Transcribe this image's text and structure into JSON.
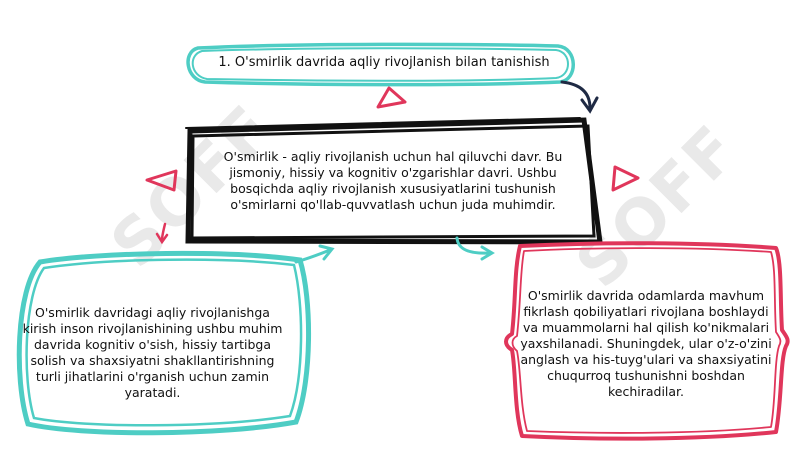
{
  "title": {
    "text": "1. O'smirlik davrida aqliy rivojlanish bilan tanishish"
  },
  "center": {
    "text": "O'smirlik - aqliy rivojlanish uchun hal qiluvchi davr. Bu jismoniy, hissiy va kognitiv o'zgarishlar davri. Ushbu bosqichda aqliy rivojlanish xususiyatlarini tushunish o'smirlarni qo'llab-quvvatlash uchun juda muhimdir."
  },
  "left": {
    "text": "O'smirlik davridagi aqliy rivojlanishga kirish inson rivojlanishining ushbu muhim davrida kognitiv o'sish, hissiy tartibga solish va shaxsiyatni shakllantirishning turli jihatlarini o'rganish uchun zamin yaratadi."
  },
  "right": {
    "text": "O'smirlik davrida odamlarda mavhum fikrlash qobiliyatlari rivojlana boshlaydi va muammolarni hal qilish ko'nikmalari yaxshilanadi. Shuningdek, ular o'z-o'zini anglash va his-tuyg'ulari va shaxsiyatini chuqurroq tushunishni boshdan kechiradilar."
  },
  "watermark": {
    "text": "SOFF"
  },
  "colors": {
    "teal": "#4ecdc4",
    "crimson": "#e0365b",
    "black": "#111111",
    "navy": "#1f2a44",
    "watermark": "#e9e9e9"
  }
}
